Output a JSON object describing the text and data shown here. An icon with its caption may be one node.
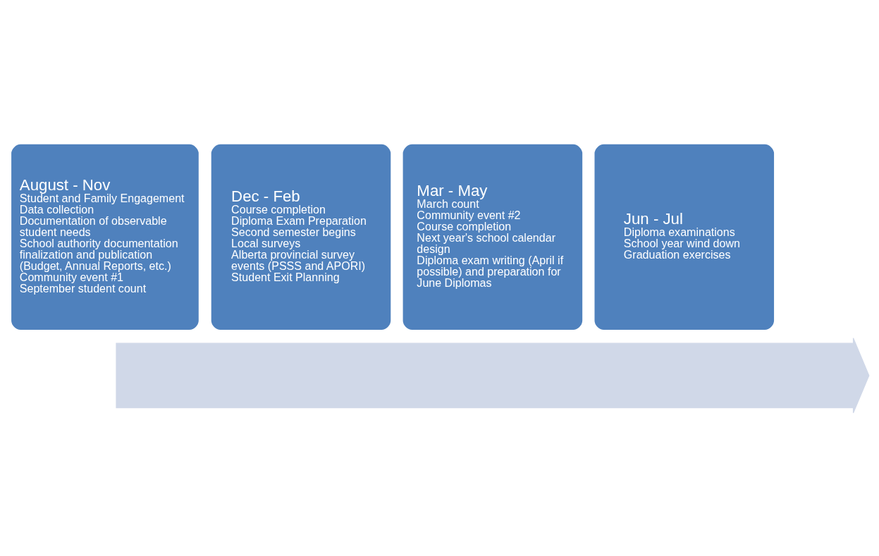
{
  "diagram": {
    "nodes": [
      {
        "text": [
          "August - Nov",
          "Student and Family Engagement",
          "Data collection",
          "Documentation of observable student needs",
          "School authority documentation finalization and publication (Budget, Annual Reports, etc.)",
          "Community event #1",
          "September student count"
        ]
      },
      {
        "text": [
          "Dec - Feb",
          "Course completion",
          "Diploma Exam Preparation",
          "Second semester begins",
          "Local surveys",
          "Alberta provincial survey events (PSSS and APORI)",
          "Student Exit Planning"
        ]
      },
      {
        "text": [
          "Mar - May",
          "March count",
          "Community event #2",
          "Course completion",
          "Next year's school calendar design",
          "Diploma exam writing (April if possible) and preparation for June Diplomas"
        ]
      },
      {
        "text": [
          "Jun - Jul",
          "Diploma examinations",
          "School year wind down",
          "Graduation exercises"
        ]
      },
      {
        "text": [],
        "shape": "arrow"
      }
    ],
    "edges": []
  }
}
